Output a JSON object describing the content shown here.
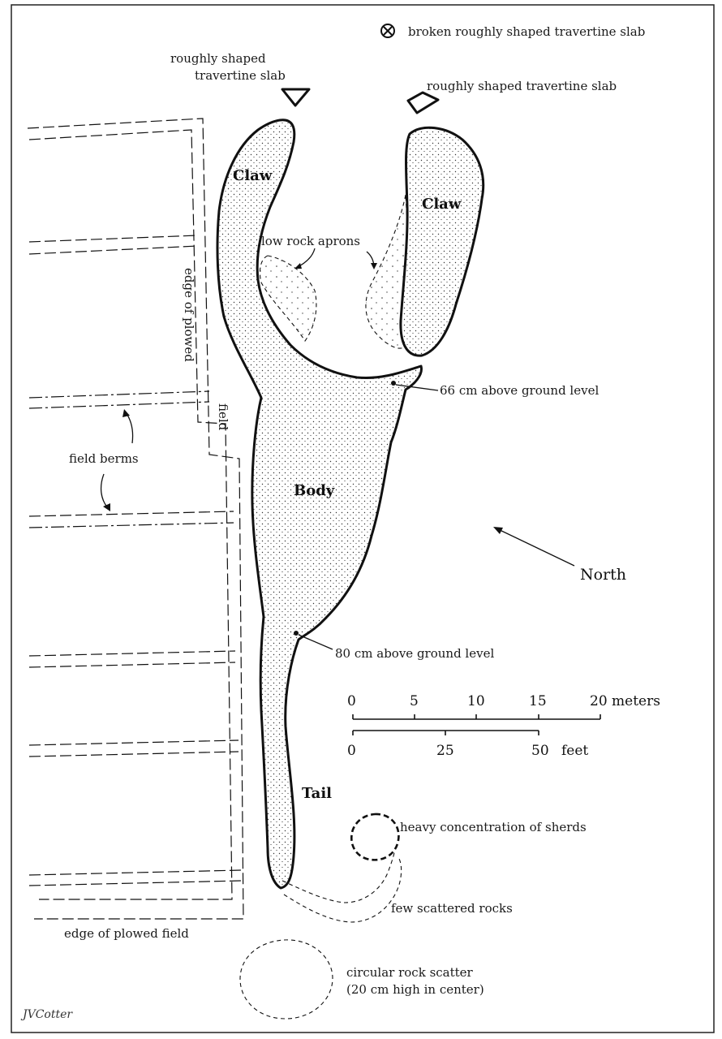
{
  "legend": {
    "symbol_icon": "circle-x-icon",
    "text": "broken roughly shaped travertine slab"
  },
  "labels": {
    "slab_left_line1": "roughly shaped",
    "slab_left_line2": "travertine slab",
    "slab_right": "roughly shaped travertine slab",
    "claw_left": "Claw",
    "claw_right": "Claw",
    "low_rock_aprons": "low rock aprons",
    "edge_plowed_vertical_a": "edge of plowed",
    "edge_plowed_vertical_b": "field",
    "elevation_66": "66 cm above ground level",
    "field_berms": "field berms",
    "body": "Body",
    "north": "North",
    "elevation_80": "80 cm above ground level",
    "tail": "Tail",
    "sherds": "heavy concentration of sherds",
    "scattered_rocks": "few scattered rocks",
    "edge_plowed_bottom": "edge of plowed field",
    "circular_scatter_line1": "circular rock scatter",
    "circular_scatter_line2": "(20 cm high in center)",
    "signature": "JVCotter"
  },
  "scale": {
    "meters_ticks": [
      "0",
      "5",
      "10",
      "15",
      "20 meters"
    ],
    "feet_ticks": [
      "0",
      "25",
      "50",
      "feet"
    ]
  },
  "colors": {
    "ink": "#111111",
    "paper": "#ffffff"
  }
}
